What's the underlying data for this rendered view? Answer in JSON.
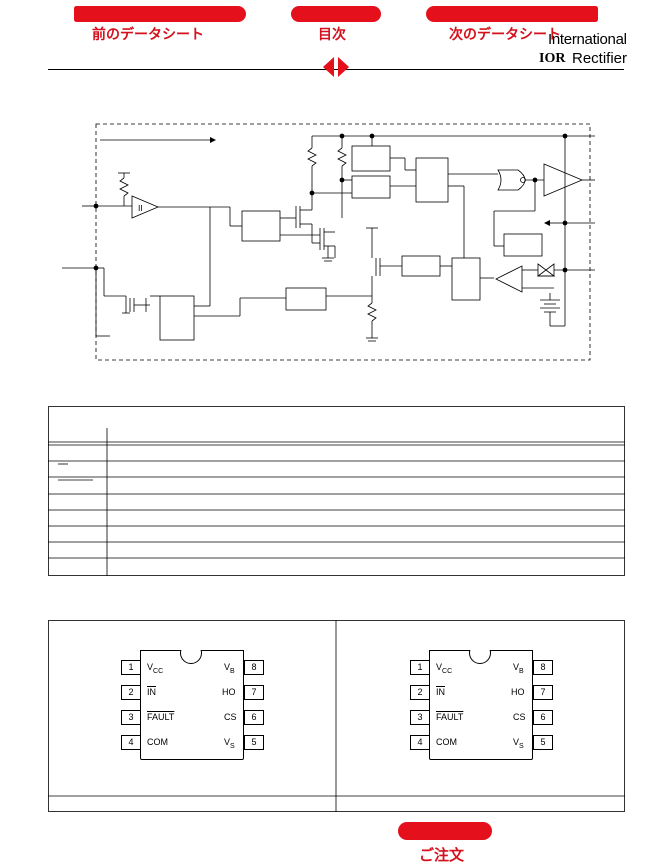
{
  "nav": {
    "prev_datasheet": "前のデータシート",
    "contents": "目次",
    "next_datasheet": "次のデータシート",
    "order": "ご注文"
  },
  "brand": {
    "line1": "International",
    "logo_mark": "IOR",
    "line2": "Rectifier"
  },
  "packages": [
    {
      "left_pins": [
        {
          "num": "1",
          "name": "V",
          "sub": "CC",
          "overline": false
        },
        {
          "num": "2",
          "name": "IN",
          "sub": "",
          "overline": true
        },
        {
          "num": "3",
          "name": "FAULT",
          "sub": "",
          "overline": true
        },
        {
          "num": "4",
          "name": "COM",
          "sub": "",
          "overline": false
        }
      ],
      "right_pins": [
        {
          "num": "8",
          "name": "V",
          "sub": "B"
        },
        {
          "num": "7",
          "name": "HO",
          "sub": ""
        },
        {
          "num": "6",
          "name": "CS",
          "sub": ""
        },
        {
          "num": "5",
          "name": "V",
          "sub": "S"
        }
      ]
    },
    {
      "left_pins": [
        {
          "num": "1",
          "name": "V",
          "sub": "CC",
          "overline": false
        },
        {
          "num": "2",
          "name": "IN",
          "sub": "",
          "overline": true
        },
        {
          "num": "3",
          "name": "FAULT",
          "sub": "",
          "overline": true
        },
        {
          "num": "4",
          "name": "COM",
          "sub": "",
          "overline": false
        }
      ],
      "right_pins": [
        {
          "num": "8",
          "name": "V",
          "sub": "B"
        },
        {
          "num": "7",
          "name": "HO",
          "sub": ""
        },
        {
          "num": "6",
          "name": "CS",
          "sub": ""
        },
        {
          "num": "5",
          "name": "V",
          "sub": "S"
        }
      ]
    }
  ],
  "colors": {
    "accent": "#e4101c"
  }
}
